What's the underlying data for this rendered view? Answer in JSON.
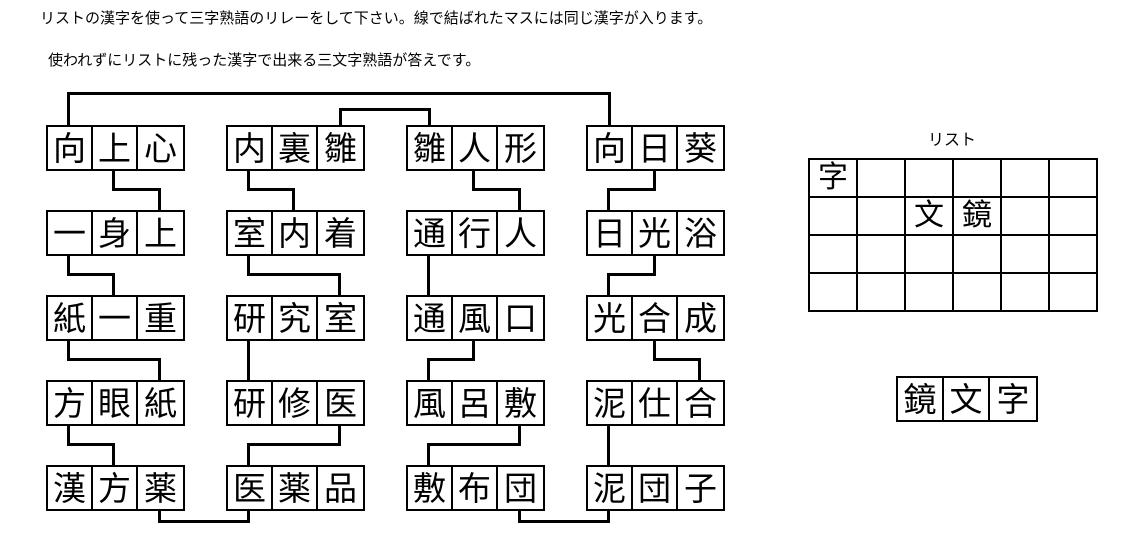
{
  "instructions": {
    "line1": "リストの漢字を使って三字熟語のリレーをして下さい。線で結ばれたマスには同じ漢字が入ります。",
    "line2": "使われずにリストに残った漢字で出来る三文字熟語が答えです。"
  },
  "puzzle": {
    "columns": [
      {
        "index": 1,
        "words": [
          {
            "chars": [
              "向",
              "上",
              "心"
            ]
          },
          {
            "chars": [
              "一",
              "身",
              "上"
            ]
          },
          {
            "chars": [
              "紙",
              "一",
              "重"
            ]
          },
          {
            "chars": [
              "方",
              "眼",
              "紙"
            ]
          },
          {
            "chars": [
              "漢",
              "方",
              "薬"
            ]
          }
        ]
      },
      {
        "index": 2,
        "words": [
          {
            "chars": [
              "内",
              "裏",
              "雛"
            ]
          },
          {
            "chars": [
              "室",
              "内",
              "着"
            ]
          },
          {
            "chars": [
              "研",
              "究",
              "室"
            ]
          },
          {
            "chars": [
              "研",
              "修",
              "医"
            ]
          },
          {
            "chars": [
              "医",
              "薬",
              "品"
            ]
          }
        ]
      },
      {
        "index": 3,
        "words": [
          {
            "chars": [
              "雛",
              "人",
              "形"
            ]
          },
          {
            "chars": [
              "通",
              "行",
              "人"
            ]
          },
          {
            "chars": [
              "通",
              "風",
              "口"
            ]
          },
          {
            "chars": [
              "風",
              "呂",
              "敷"
            ]
          },
          {
            "chars": [
              "敷",
              "布",
              "団"
            ]
          }
        ]
      },
      {
        "index": 4,
        "words": [
          {
            "chars": [
              "向",
              "日",
              "葵"
            ]
          },
          {
            "chars": [
              "日",
              "光",
              "浴"
            ]
          },
          {
            "chars": [
              "光",
              "合",
              "成"
            ]
          },
          {
            "chars": [
              "泥",
              "仕",
              "合"
            ]
          },
          {
            "chars": [
              "泥",
              "団",
              "子"
            ]
          }
        ]
      }
    ]
  },
  "list": {
    "title": "リスト",
    "rows": [
      [
        "字",
        "",
        "",
        "",
        "",
        ""
      ],
      [
        "",
        "",
        "文",
        "鏡",
        "",
        ""
      ],
      [
        "",
        "",
        "",
        "",
        "",
        ""
      ],
      [
        "",
        "",
        "",
        "",
        "",
        ""
      ]
    ]
  },
  "answer": {
    "chars": [
      "鏡",
      "文",
      "字"
    ]
  },
  "colors": {
    "line": "#000000",
    "background": "#ffffff"
  }
}
